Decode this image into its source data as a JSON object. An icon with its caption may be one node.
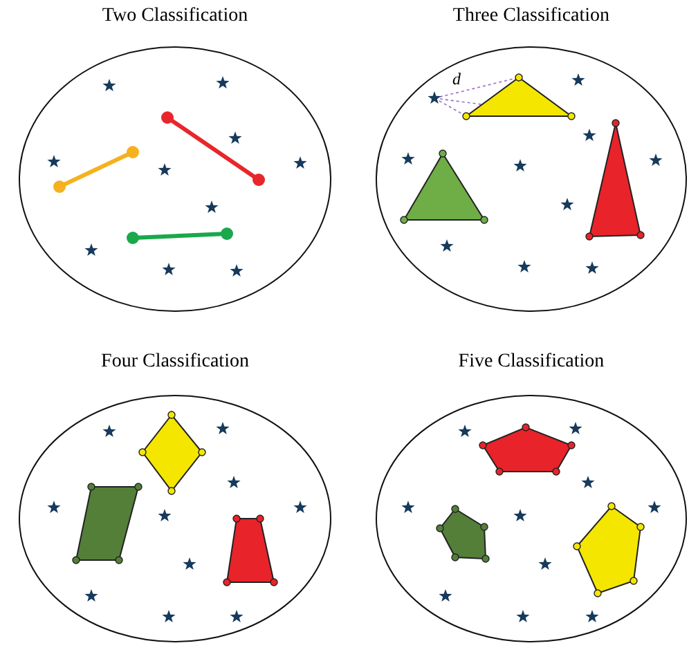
{
  "diagram": {
    "nodes": [
      {
        "text": [
          "Two Classification"
        ]
      },
      {
        "text": [
          "Three Classification"
        ]
      },
      {
        "text": [
          "Four Classification"
        ]
      },
      {
        "text": [
          "Five Classification"
        ]
      }
    ],
    "labels": [
      "d"
    ]
  }
}
